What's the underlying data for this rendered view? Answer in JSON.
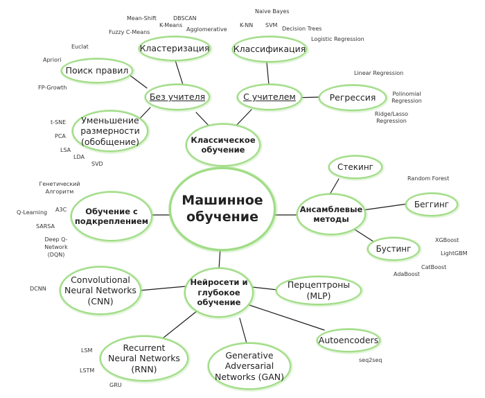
{
  "center": "Машинное обучение",
  "hubs": {
    "classic": "Классическое обучение",
    "reinforcement": "Обучение с подкреплением",
    "ensemble": "Ансамблевые методы",
    "neural": "Нейросети и глубокое обучение"
  },
  "classic": {
    "unsupervised": "Без учителя",
    "supervised": "С учителем",
    "clustering": "Кластеризация",
    "association": "Поиск правил",
    "dimreduction": "Уменьшение размерности (обобщение)",
    "classification": "Классификация",
    "regression": "Регрессия"
  },
  "ensemble": {
    "stacking": "Стекинг",
    "bagging": "Беггинг",
    "boosting": "Бустинг"
  },
  "neural": {
    "cnn": "Convolutional Neural Networks (CNN)",
    "rnn": "Recurrent Neural Networks (RNN)",
    "gan": "Generative Adversarial Networks (GAN)",
    "mlp": "Перцептроны (MLP)",
    "autoencoders": "Autoencoders"
  },
  "leaves": {
    "mean_shift": "Mean-Shift",
    "dbscan": "DBSCAN",
    "fuzzy_cmeans": "Fuzzy C-Means",
    "kmeans": "K-Means",
    "agglomerative": "Agglomerative",
    "euclat": "Euclat",
    "apriori": "Apriori",
    "fp_growth": "FP-Growth",
    "tsne": "t-SNE",
    "pca": "PCA",
    "lsa": "LSA",
    "lda": "LDA",
    "svd": "SVD",
    "naive_bayes": "Naive Bayes",
    "knn": "K-NN",
    "svm": "SVM",
    "decision_trees": "Decision Trees",
    "logistic_regression": "Logistic Regression",
    "linear_regression": "Linear Regression",
    "polinomial_regression": "Polinomial Regression",
    "ridge_lasso": "Ridge/Lasso Regression",
    "random_forest": "Random Forest",
    "xgboost": "XGBoost",
    "lightgbm": "LightGBM",
    "catboost": "CatBoost",
    "adaboost": "AdaBoost",
    "genetic": "Генетический Алгоритм",
    "a3c": "A3C",
    "q_learning": "Q-Learning",
    "sarsa": "SARSA",
    "deep_qn": "Deep Q-Network (DQN)",
    "dcnn": "DCNN",
    "lsm": "LSM",
    "lstm": "LSTM",
    "gru": "GRU",
    "seq2seq": "seq2seq"
  },
  "colors": {
    "node_border": "#9fdc85",
    "edge": "#1a1a1a"
  }
}
